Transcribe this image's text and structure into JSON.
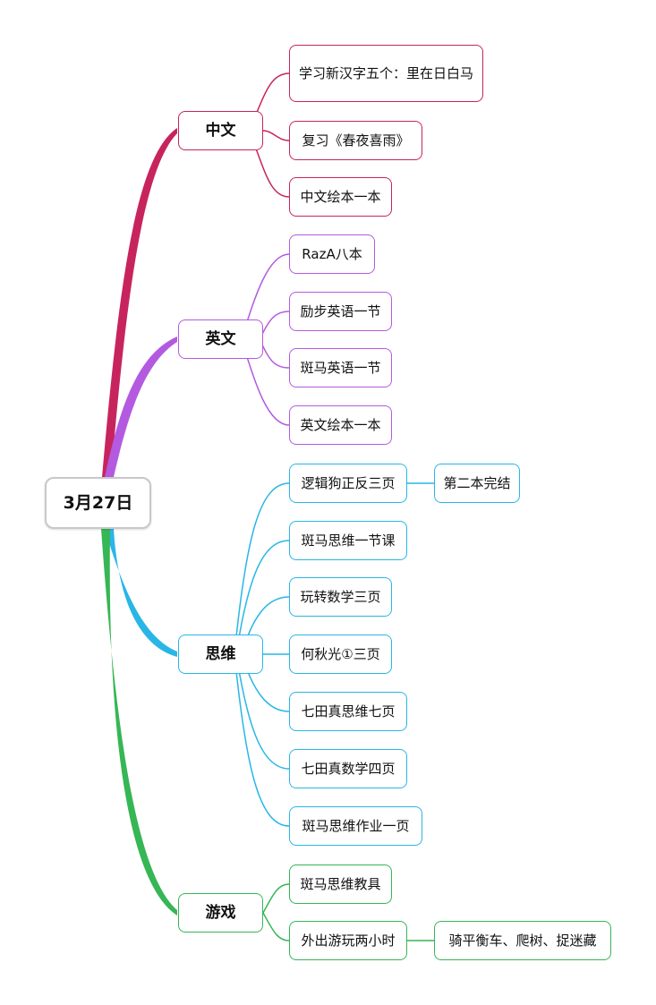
{
  "root": {
    "label": "3月27日"
  },
  "colors": {
    "zhongwen": "#c7245e",
    "yingwen": "#b45ae0",
    "siwei": "#29b6e6",
    "youxi": "#36b655"
  },
  "branches": [
    {
      "label": "中文",
      "items": [
        {
          "label": "学习新汉字五个：里在日白马"
        },
        {
          "label": "复习《春夜喜雨》"
        },
        {
          "label": "中文绘本一本"
        }
      ]
    },
    {
      "label": "英文",
      "items": [
        {
          "label": "RazA八本"
        },
        {
          "label": "励步英语一节"
        },
        {
          "label": "斑马英语一节"
        },
        {
          "label": "英文绘本一本"
        }
      ]
    },
    {
      "label": "思维",
      "items": [
        {
          "label": "逻辑狗正反三页",
          "child": "第二本完结"
        },
        {
          "label": "斑马思维一节课"
        },
        {
          "label": "玩转数学三页"
        },
        {
          "label": "何秋光①三页"
        },
        {
          "label": "七田真思维七页"
        },
        {
          "label": "七田真数学四页"
        },
        {
          "label": "斑马思维作业一页"
        }
      ]
    },
    {
      "label": "游戏",
      "items": [
        {
          "label": "斑马思维教具"
        },
        {
          "label": "外出游玩两小时",
          "child": "骑平衡车、爬树、捉迷藏"
        }
      ]
    }
  ]
}
